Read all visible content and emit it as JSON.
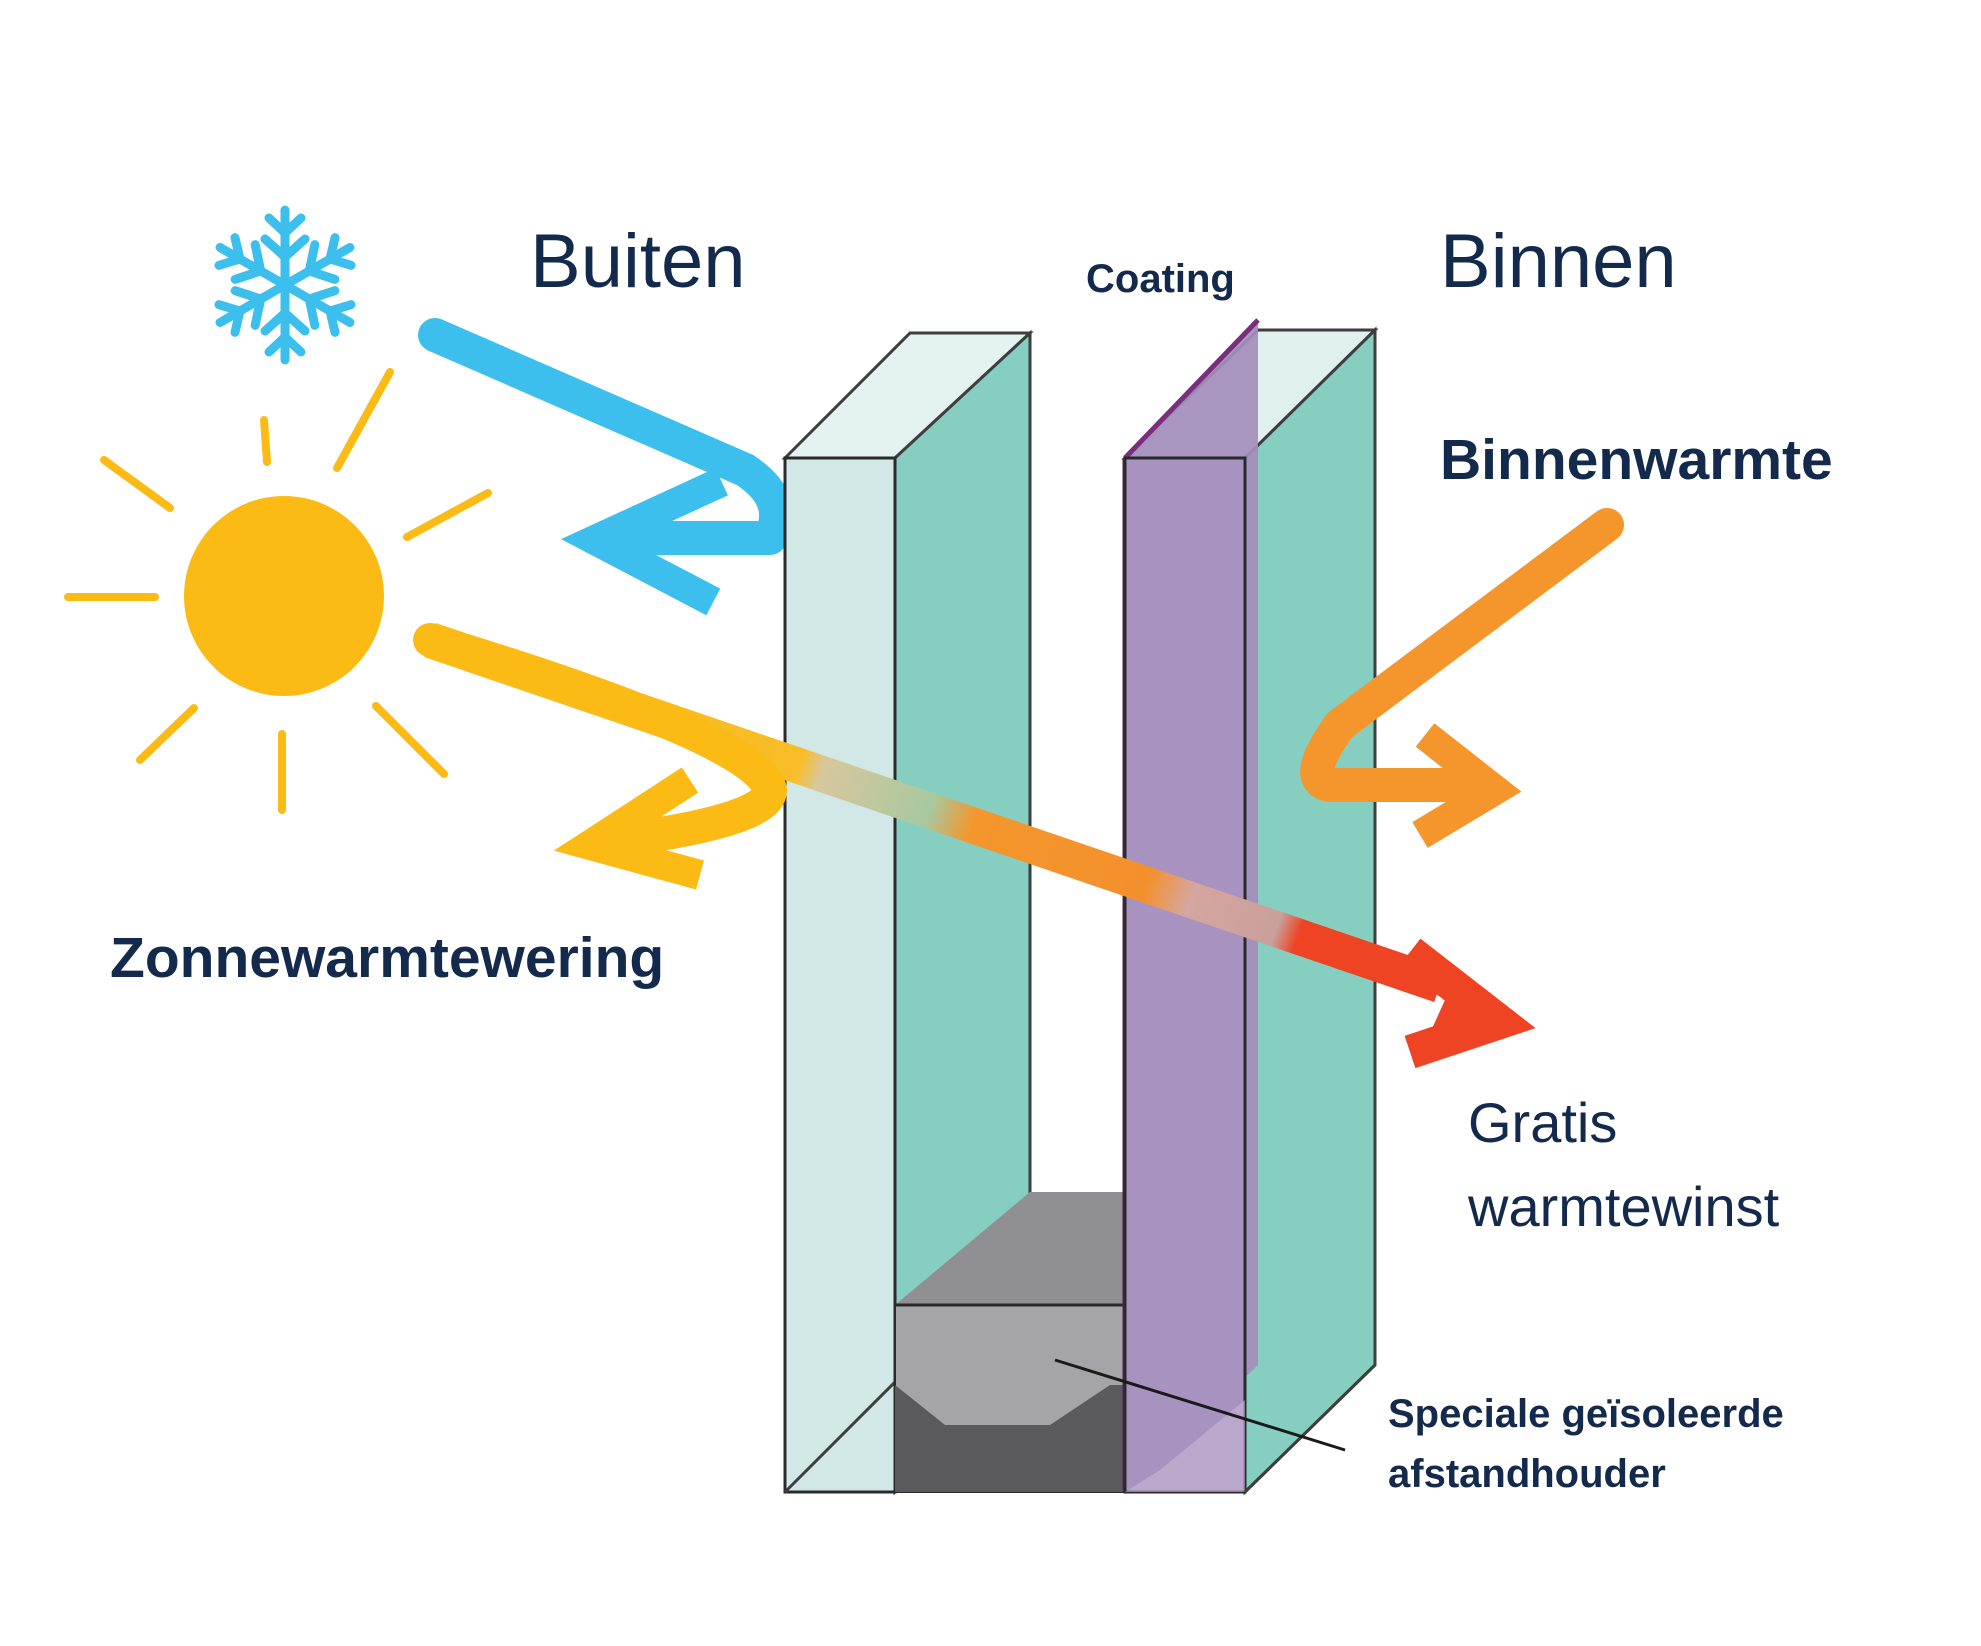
{
  "labels": {
    "outside": "Buiten",
    "inside": "Binnen",
    "coating": "Coating",
    "interior_heat": "Binnenwarmte",
    "solar_heat_rejection": "Zonnewarmtewering",
    "free_heat_gain_line1": "Gratis",
    "free_heat_gain_line2": "warmtewinst",
    "spacer_line1": "Speciale geïsoleerde",
    "spacer_line2": "afstandhouder"
  },
  "colors": {
    "text": "#142a4c",
    "cold_arrow": "#3cbfec",
    "sun": "#fbbb14",
    "interior_heat_arrow": "#f4962c",
    "heat_gain_arrow": "#ee4424",
    "glass_light": "#d2e8e6",
    "glass_teal": "#86cec0",
    "coating_purple": "#a48ebc",
    "spacer_grey": "#8e8e92"
  },
  "icons": [
    "snowflake-icon",
    "sun-icon"
  ]
}
